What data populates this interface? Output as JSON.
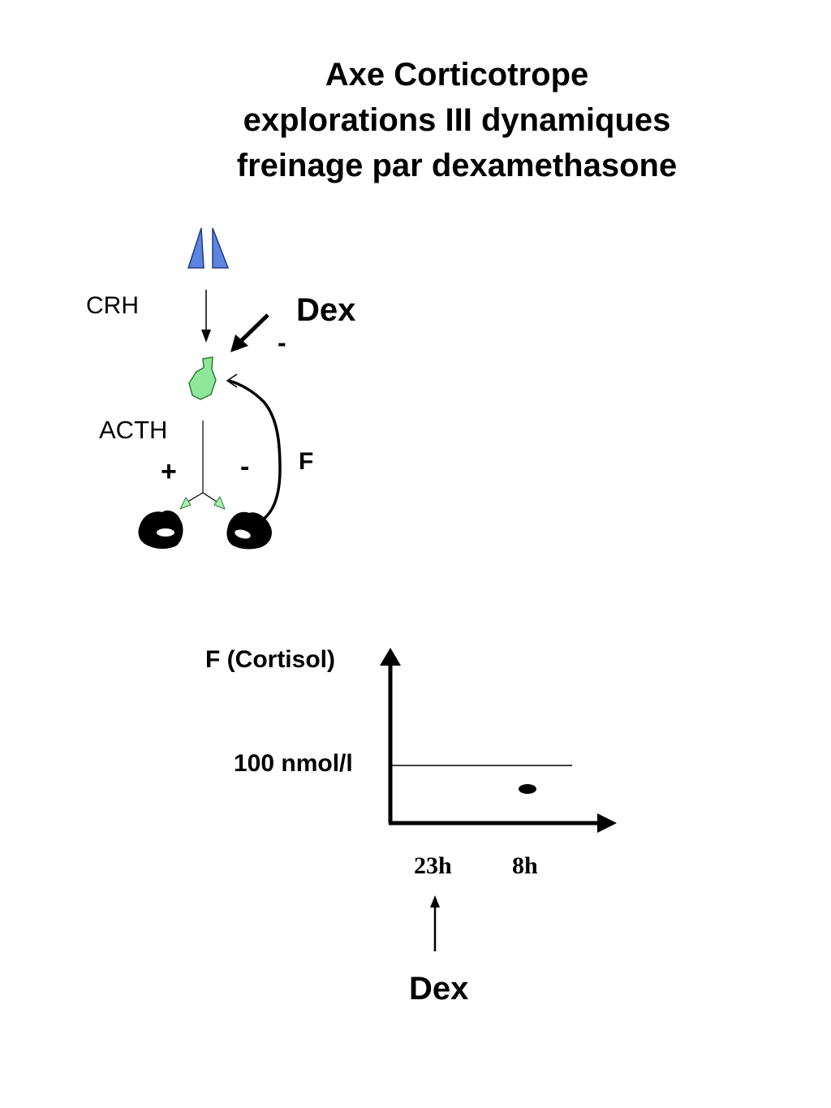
{
  "title": {
    "line1": "Axe Corticotrope",
    "line2": "explorations III dynamiques",
    "line3": "freinage par dexamethasone"
  },
  "axis_diagram": {
    "crh_label": "CRH",
    "dex_label": "Dex",
    "dex_sign": "-",
    "acth_label": "ACTH",
    "plus_sign": "+",
    "feedback_sign": "-",
    "feedback_label": "F"
  },
  "test_plot": {
    "y_axis_label": "F (Cortisol)",
    "threshold_label": "100 nmol/l",
    "x_ticks": [
      "23h",
      "8h"
    ],
    "dex_label": "Dex",
    "measured_point": {
      "time": "8h",
      "below_threshold": true
    }
  },
  "colors": {
    "hypothalamus": "#5b85e0",
    "pituitary": "#8fe89a",
    "adrenal": "#000000"
  }
}
